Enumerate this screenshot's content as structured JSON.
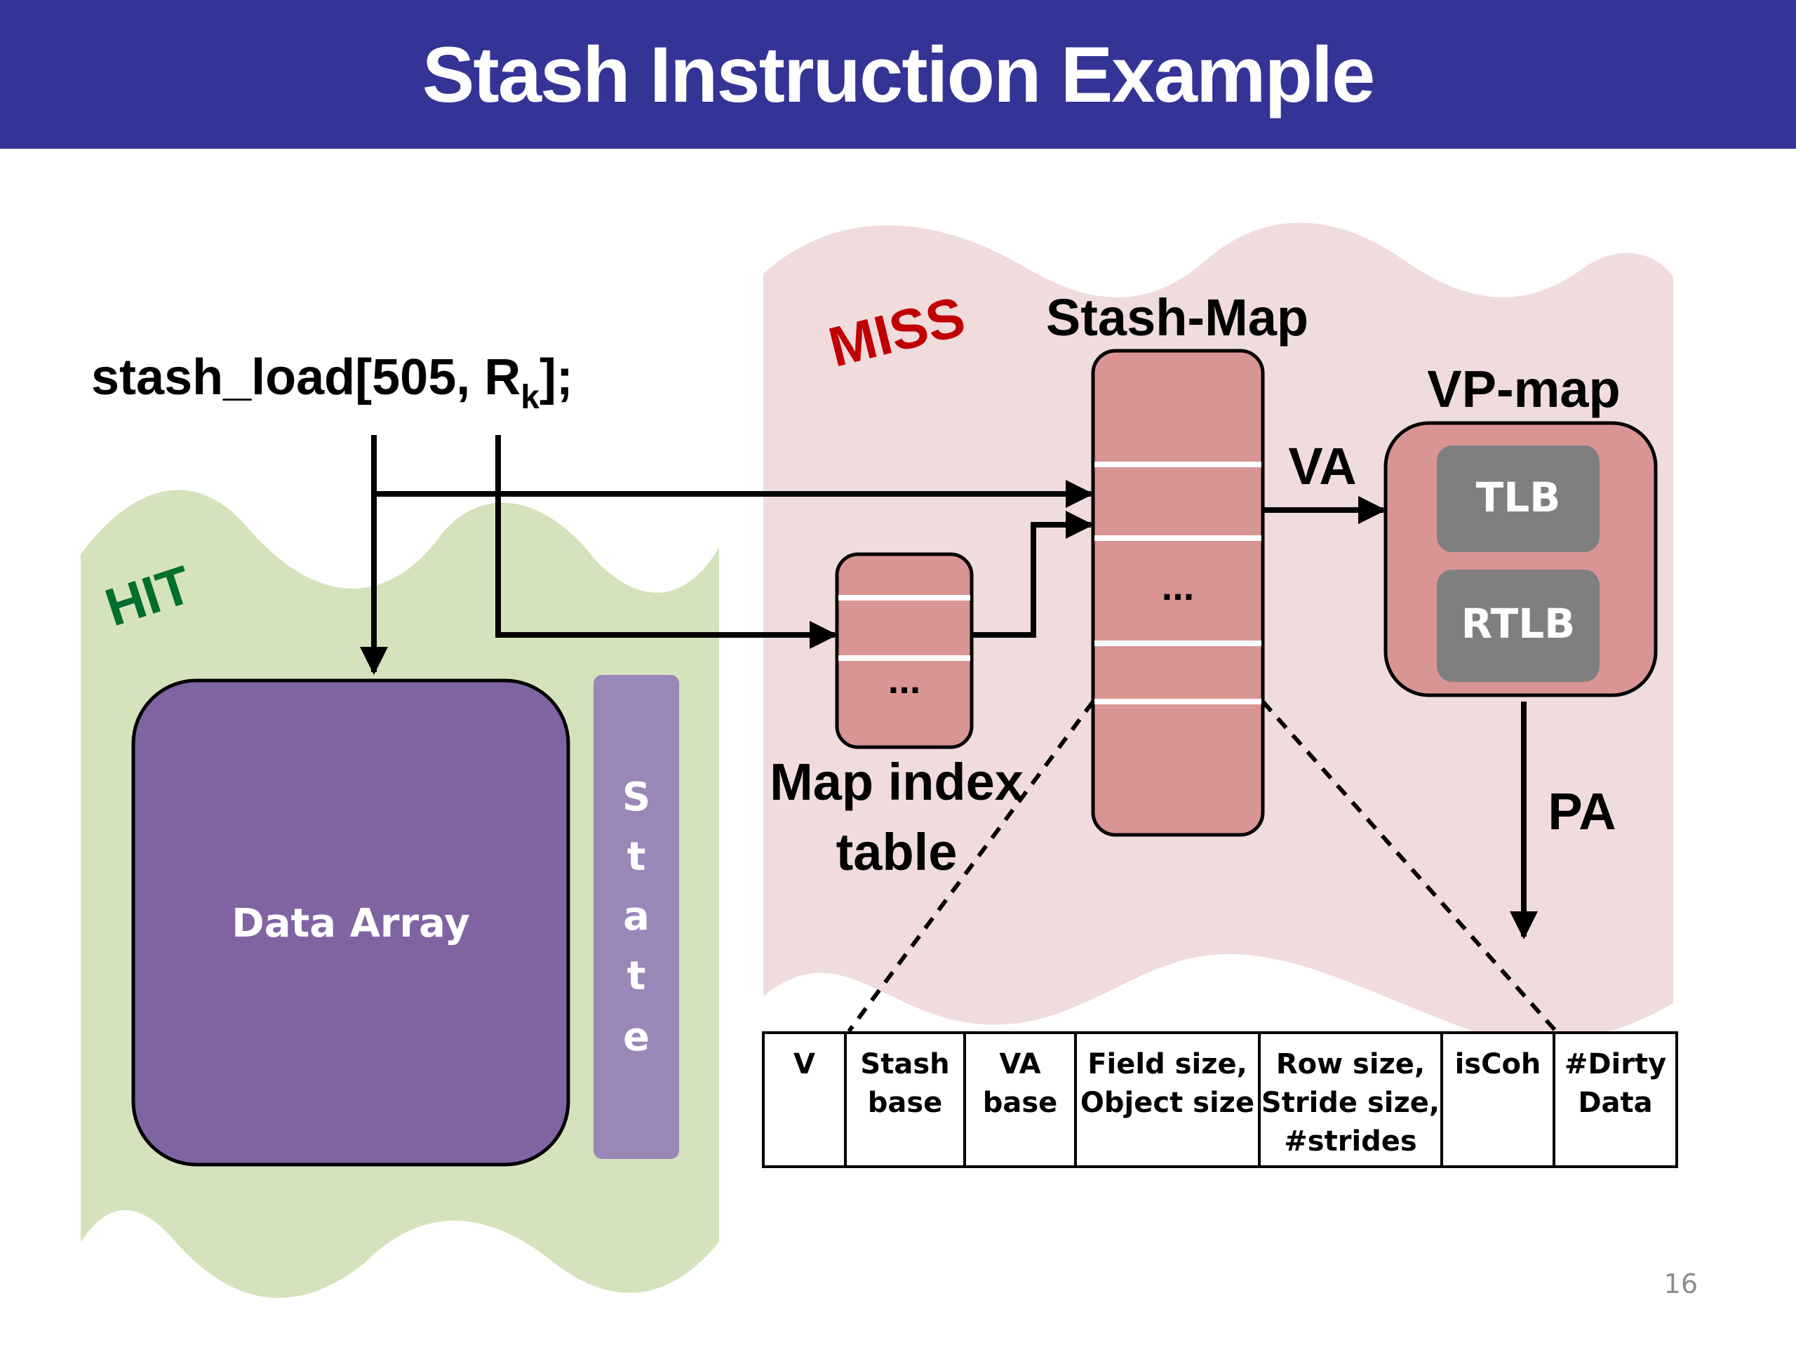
{
  "slide": {
    "title": "Stash Instruction Example",
    "page_number": "16"
  },
  "colors": {
    "title_bar": "#343396",
    "hit_region": "#d5e3bd",
    "miss_region": "#f0dcdd",
    "data_array": "#8064a2",
    "state_bar": "#9b86b8",
    "stash_map": "#d99594",
    "tlb": "#7f7f7f",
    "hit_label": "#006e2e",
    "miss_label": "#c00000"
  },
  "instruction": {
    "text_main": "stash_load[505, R",
    "subscript": "k",
    "text_end": "];"
  },
  "hit": {
    "label": "HIT",
    "data_array_label": "Data Array",
    "state_letters": [
      "S",
      "t",
      "a",
      "t",
      "e"
    ]
  },
  "miss": {
    "label": "MISS",
    "stash_map_title": "Stash-Map",
    "stash_map_ellipsis": "...",
    "map_index_ellipsis": "...",
    "map_index_label_line1": "Map index",
    "map_index_label_line2": "table",
    "vp_map_title": "VP-map",
    "tlb_label": "TLB",
    "rtlb_label": "RTLB",
    "va_label": "VA",
    "pa_label": "PA"
  },
  "entry_fields": [
    {
      "lines": [
        "V"
      ]
    },
    {
      "lines": [
        "Stash",
        "base"
      ]
    },
    {
      "lines": [
        "VA",
        "base"
      ]
    },
    {
      "lines": [
        "Field size,",
        "Object size"
      ]
    },
    {
      "lines": [
        "Row size,",
        "Stride size,",
        "#strides"
      ]
    },
    {
      "lines": [
        "isCoh"
      ]
    },
    {
      "lines": [
        "#Dirty",
        "Data"
      ]
    }
  ]
}
